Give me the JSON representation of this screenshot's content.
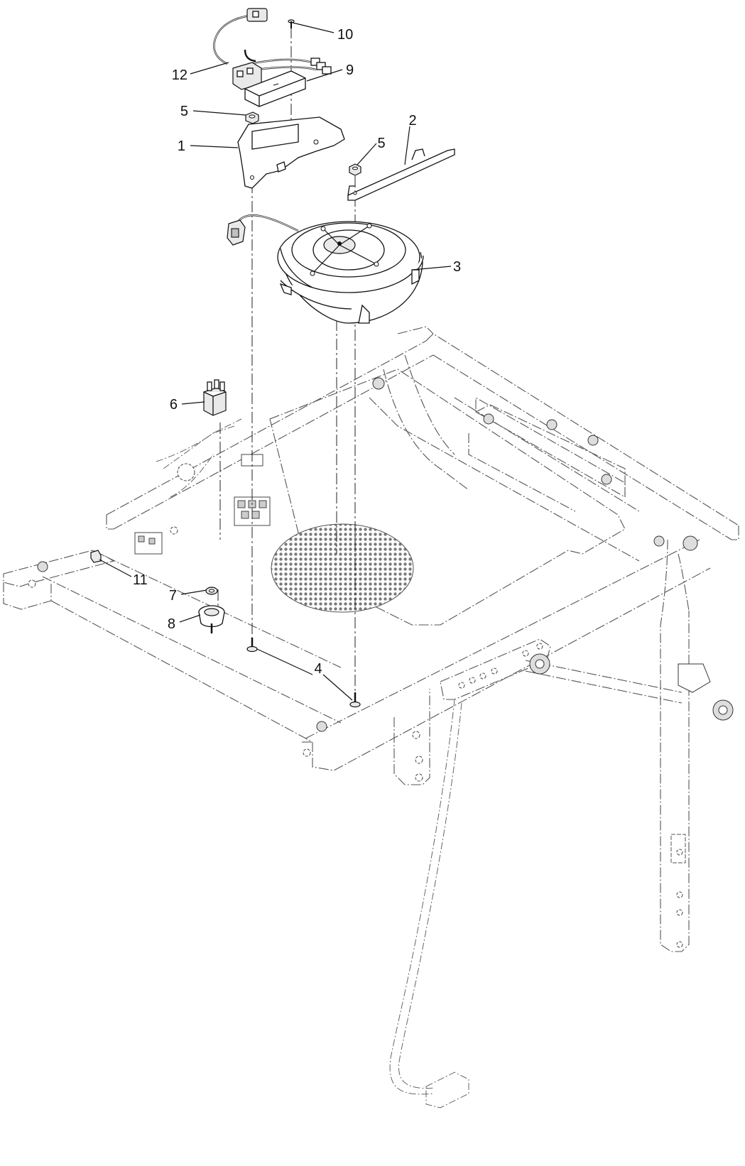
{
  "diagram": {
    "callouts": [
      "1",
      "2",
      "3",
      "4",
      "4",
      "5",
      "5",
      "6",
      "7",
      "8",
      "9",
      "10",
      "11",
      "12"
    ]
  }
}
